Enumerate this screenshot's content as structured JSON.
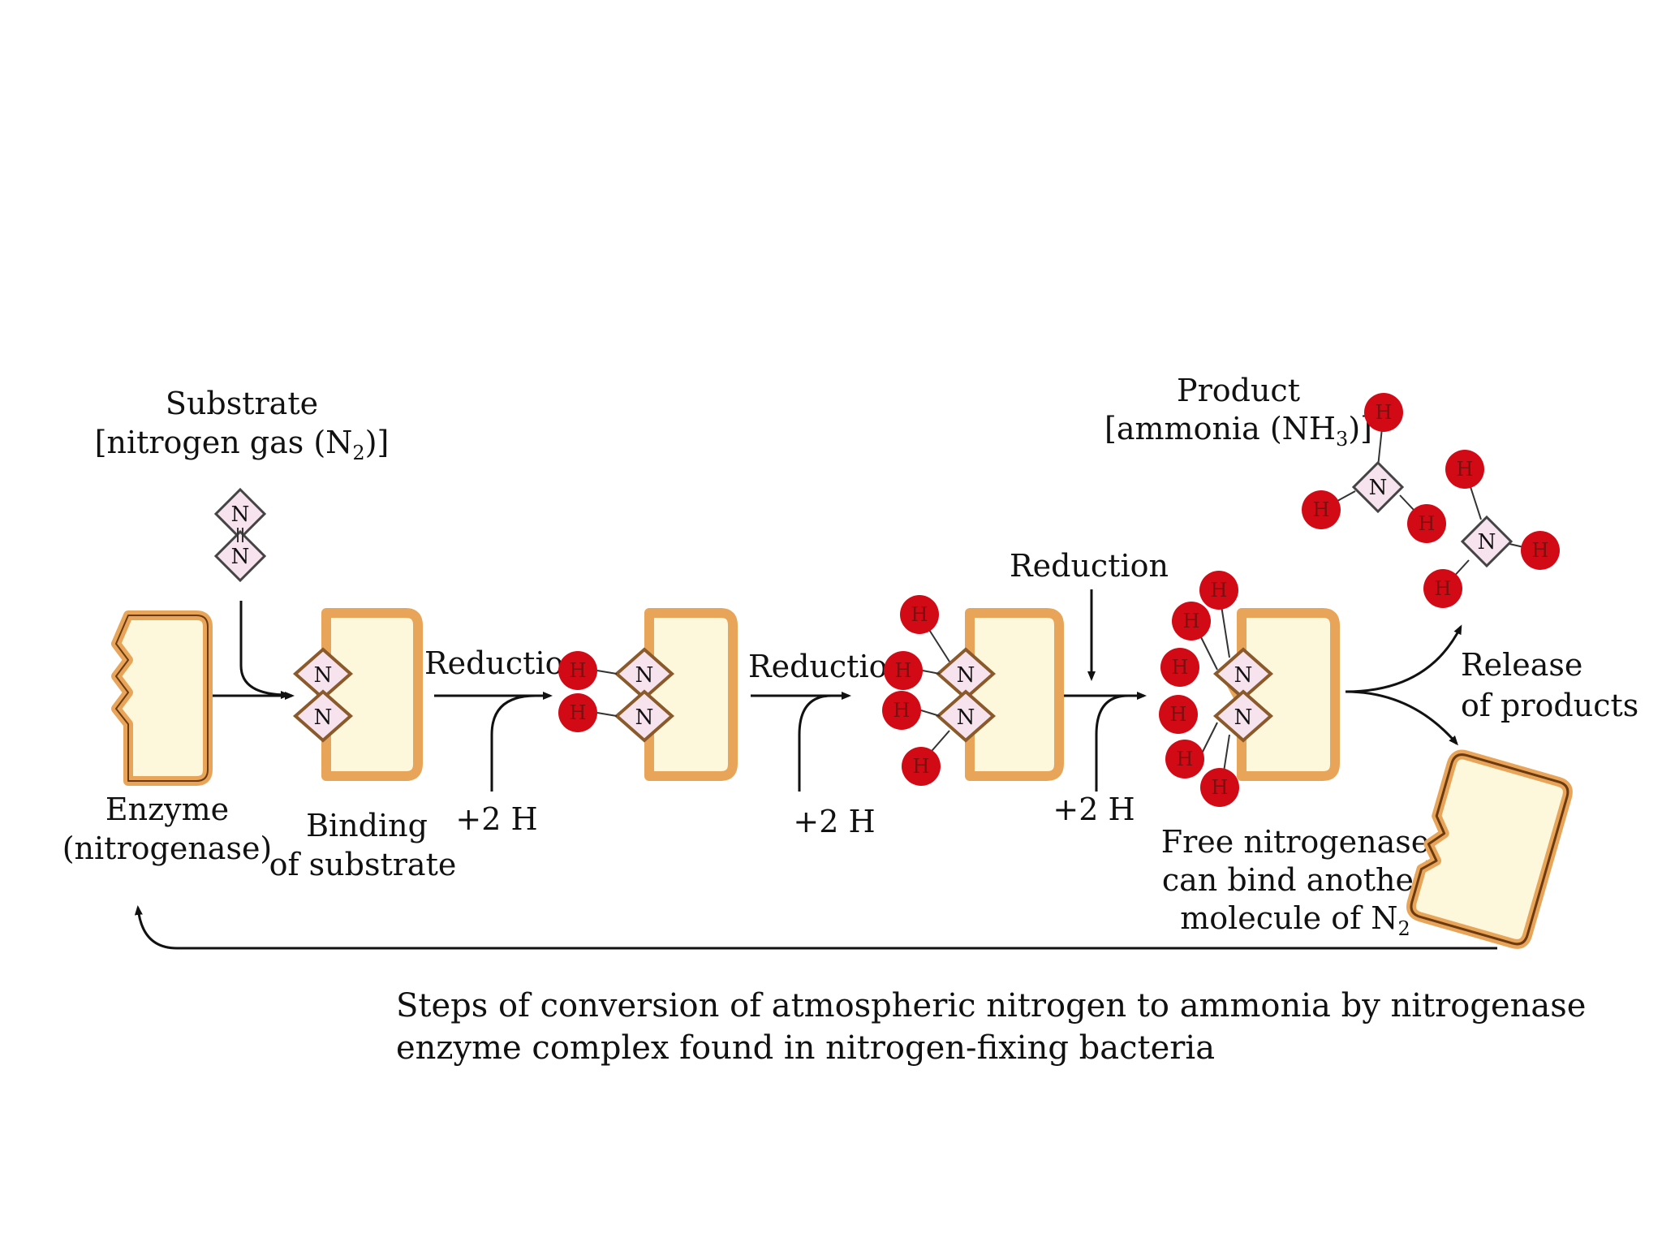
{
  "colors": {
    "enzyme_fill": "#fdf8dc",
    "enzyme_border": "#e8a55a",
    "enzyme_border_dark": "#6b3a10",
    "hydrogen": "#d10a16",
    "nitrogen_fill": "#f6e3ee",
    "arrow": "#111111"
  },
  "labels": {
    "substrate_title": "Substrate",
    "substrate_sub_pre": "[nitrogen gas (N",
    "substrate_sub_sub": "2",
    "substrate_sub_post": ")]",
    "enzyme_line1": "Enzyme",
    "enzyme_line2": "(nitrogenase)",
    "binding_line1": "Binding",
    "binding_line2": "of substrate",
    "reduction": "Reduction",
    "plus2h": "+2 H",
    "product_title": "Product",
    "product_sub_pre": "[ammonia (NH",
    "product_sub_sub": "3",
    "product_sub_post": ")]",
    "release_line1": "Release",
    "release_line2": "of products",
    "free_line1": "Free nitrogenase",
    "free_line2": "can bind another",
    "free_line3_pre": "molecule of N",
    "free_line3_sub": "2"
  },
  "atoms": {
    "nitrogen": "N",
    "hydrogen": "H"
  },
  "caption": {
    "line1": "Steps of conversion of atmospheric nitrogen to ammonia by nitrogenase",
    "line2": "enzyme complex found in nitrogen-fixing bacteria"
  }
}
